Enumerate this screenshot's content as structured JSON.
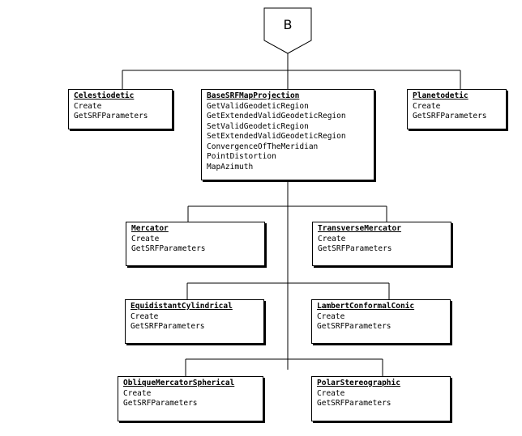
{
  "connector_label": "B",
  "classes": {
    "celestiodetic": {
      "title": "Celestiodetic",
      "methods": [
        "Create",
        "GetSRFParameters"
      ]
    },
    "base": {
      "title": "BaseSRFMapProjection",
      "methods": [
        "GetValidGeodeticRegion",
        "GetExtendedValidGeodeticRegion",
        "SetValidGeodeticRegion",
        "SetExtendedValidGeodeticRegion",
        "ConvergenceOfTheMeridian",
        "PointDistortion",
        "MapAzimuth"
      ]
    },
    "planetodetic": {
      "title": "Planetodetic",
      "methods": [
        "Create",
        "GetSRFParameters"
      ]
    },
    "mercator": {
      "title": "Mercator",
      "methods": [
        "Create",
        "GetSRFParameters"
      ]
    },
    "transverse_mercator": {
      "title": "TransverseMercator",
      "methods": [
        "Create",
        "GetSRFParameters"
      ]
    },
    "equidistant_cylindrical": {
      "title": "EquidistantCylindrical",
      "methods": [
        "Create",
        "GetSRFParameters"
      ]
    },
    "lambert_conformal_conic": {
      "title": "LambertConformalConic",
      "methods": [
        "Create",
        "GetSRFParameters"
      ]
    },
    "oblique_mercator_spherical": {
      "title": "ObliqueMercatorSpherical",
      "methods": [
        "Create",
        "GetSRFParameters"
      ]
    },
    "polar_stereographic": {
      "title": "PolarStereographic",
      "methods": [
        "Create",
        "GetSRFParameters"
      ]
    }
  }
}
